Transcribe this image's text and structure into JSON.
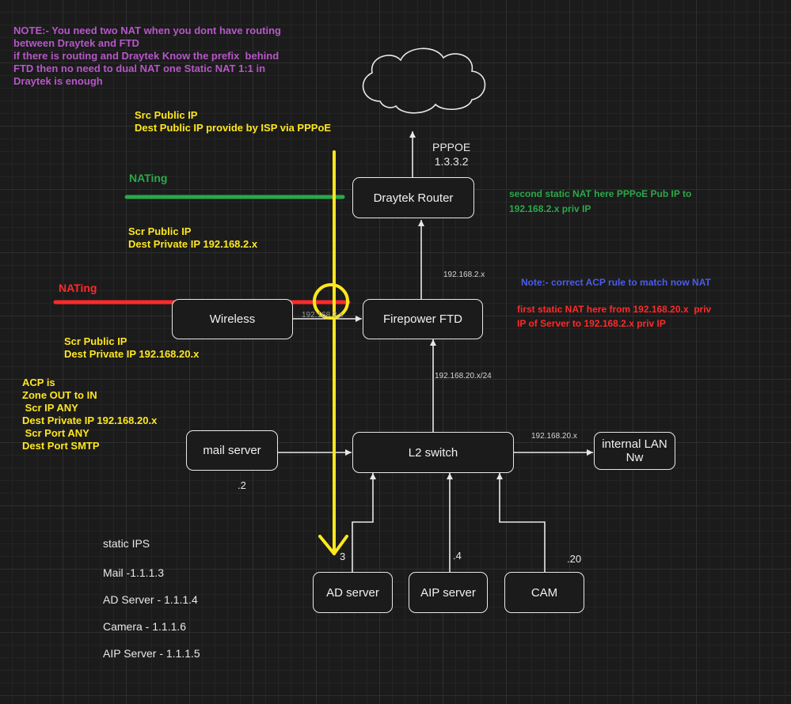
{
  "top_note": "NOTE:- You need two NAT when you dont have routing\nbetween Draytek and FTD\nif there is routing and Draytek Know the prefix  behind\nFTD then no need to dual NAT one Static NAT 1:1 in\nDraytek is enough",
  "flow_labels": {
    "top": "Src Public IP\nDest Public IP provide by ISP via PPPoE",
    "nat_green": "NATing",
    "middle": "Scr Public IP\nDest Private IP 192.168.2.x",
    "nat_red": "NATing",
    "lower": "Scr Public IP\nDest Private IP 192.168.20.x"
  },
  "acp_text": "ACP is\nZone OUT to IN\n Scr IP ANY\nDest Private IP 192.168.20.x\n Scr Port ANY\nDest Port SMTP",
  "pppoe_label": "PPPOE\n1.3.3.2",
  "nodes": {
    "draytek": "Draytek Router",
    "wireless": "Wireless",
    "firepower": "Firepower FTD",
    "mail_server": "mail server",
    "l2_switch": "L2 switch",
    "internal_lan": "internal LAN\nNw",
    "ad_server": "AD server",
    "aip_server": "AIP\nserver",
    "cam": "CAM"
  },
  "link_labels": {
    "ftd_draytek": "192.168.2.x",
    "wireless_ftd": "192.168.2.x",
    "switch_ftd": "192.168.20.x/24",
    "switch_lan": "192.168.20.x"
  },
  "host_numbers": {
    "mail": ".2",
    "ad": "3",
    "aip": ".4",
    "cam": ".20"
  },
  "annotations": {
    "second_nat": "second static NAT here PPPoE Pub IP to\n192.168.2.x priv IP",
    "acp_note": "Note:- correct ACP rule to match now NAT",
    "first_nat": "first static NAT here from 192.168.20.x  priv\nIP of Server to 192.168.2.x priv IP"
  },
  "static_ips": {
    "title": "static IPS",
    "entries": [
      "Mail -1.1.1.3",
      "AD Server - 1.1.1.4",
      "Camera - 1.1.1.6",
      "AIP Server - 1.1.1.5"
    ]
  },
  "colors": {
    "purple": "#b657c8",
    "yellow": "#ffe71f",
    "green": "#2ba84a",
    "red": "#ff2a2a",
    "blue": "#4a5cf0",
    "line": "#e8e8e8",
    "background": "#1b1b1b"
  }
}
